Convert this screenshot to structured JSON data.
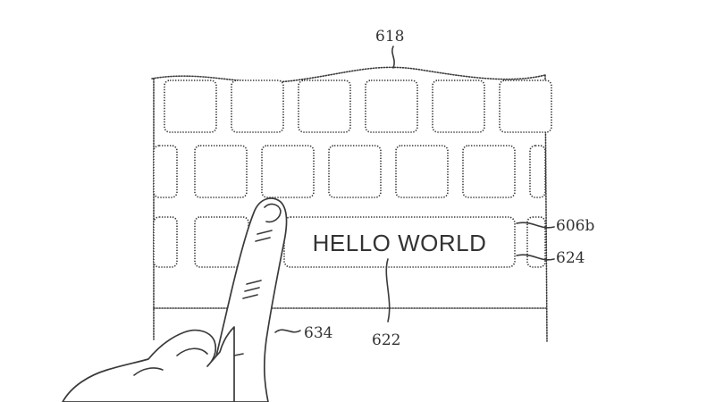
{
  "display": {
    "text": "HELLO WORLD"
  },
  "labels": {
    "top": "618",
    "display_region": "606b",
    "display_border": "624",
    "display_text": "622",
    "keyboard_edge": "634"
  },
  "colors": {
    "ink": "#3a3a3a",
    "background": "#ffffff"
  }
}
